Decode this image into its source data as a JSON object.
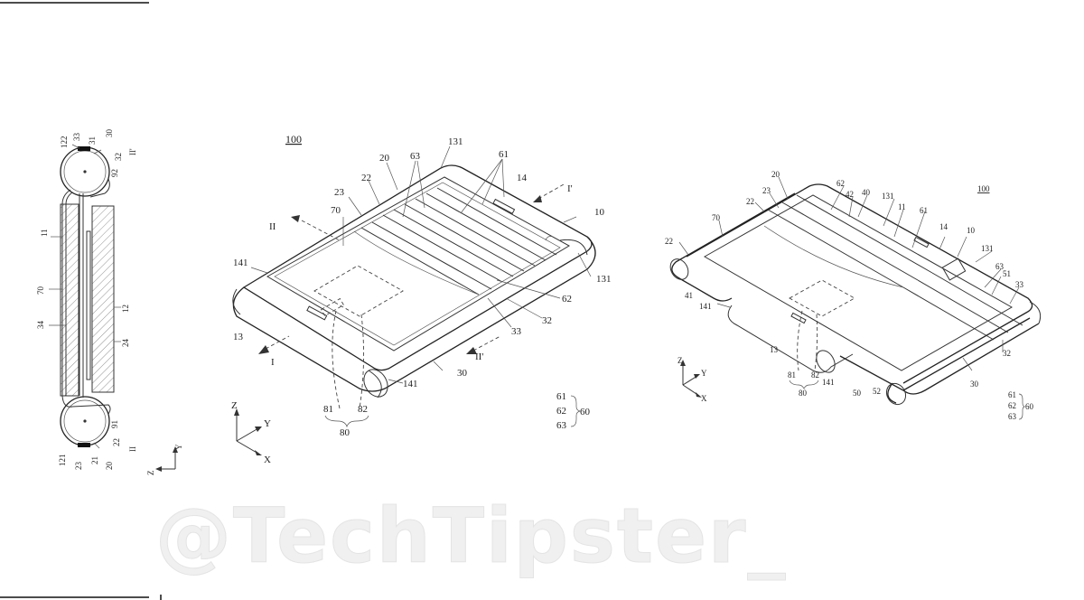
{
  "watermark": "@TechTipster_",
  "fig_left": {
    "section_labels": {
      "top": "II'",
      "bottom": "II"
    },
    "refs": {
      "r122": "122",
      "r33": "33",
      "r31": "31",
      "r30": "30",
      "r32": "32",
      "r92": "92",
      "r11": "11",
      "r70": "70",
      "r34": "34",
      "r12": "12",
      "r24": "24",
      "r91": "91",
      "r22": "22",
      "r121": "121",
      "r23": "23",
      "r21": "21",
      "r20": "20"
    },
    "axes": {
      "z": "Z",
      "y": "Y"
    }
  },
  "fig_center": {
    "device": "100",
    "refs": {
      "r131a": "131",
      "r20": "20",
      "r63": "63",
      "r61": "61",
      "r22": "22",
      "r23": "23",
      "r14": "14",
      "r10": "10",
      "r70": "70",
      "r141a": "141",
      "r131b": "131",
      "r62": "62",
      "r32": "32",
      "r33": "33",
      "r13": "13",
      "r30": "30",
      "r141b": "141",
      "r81": "81",
      "r82": "82",
      "r80": "80"
    },
    "section_labels": {
      "I": "I",
      "I_prime": "I'",
      "II": "II",
      "II_prime": "II'"
    },
    "legend": {
      "a": "61",
      "b": "62",
      "c": "63",
      "group": "60"
    },
    "axes": {
      "z": "Z",
      "y": "Y",
      "x": "X"
    }
  },
  "fig_right": {
    "device": "100",
    "refs": {
      "r20": "20",
      "r23": "23",
      "r62": "62",
      "r42": "42",
      "r40": "40",
      "r22a": "22",
      "r70": "70",
      "r131a": "131",
      "r11": "11",
      "r61": "61",
      "r14": "14",
      "r10": "10",
      "r22b": "22",
      "r41": "41",
      "r131b": "131",
      "r63": "63",
      "r51": "51",
      "r33": "33",
      "r141a": "141",
      "r13": "13",
      "r81": "81",
      "r82": "82",
      "r80": "80",
      "r141b": "141",
      "r50": "50",
      "r52": "52",
      "r32": "32",
      "r30": "30"
    },
    "legend": {
      "a": "61",
      "b": "62",
      "c": "63",
      "group": "60"
    },
    "axes": {
      "z": "Z",
      "y": "Y",
      "x": "X"
    }
  }
}
